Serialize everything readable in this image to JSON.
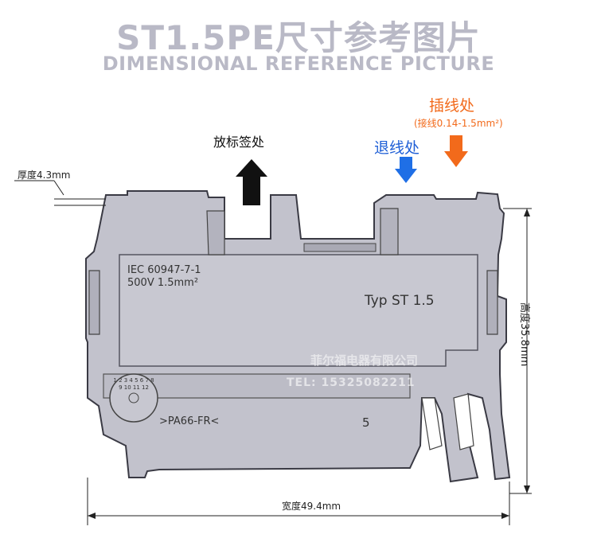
{
  "header": {
    "title": "ST1.5PE尺寸参考图片",
    "subtitle": "DIMENSIONAL REFERENCE PICTURE"
  },
  "callouts": {
    "label_area": "放标签处",
    "release": "退线处",
    "insert": "插线处",
    "insert_note": "(接线0.14-1.5mm²)"
  },
  "dimensions": {
    "thickness": "厚度4.3mm",
    "width": "宽度49.4mm",
    "height": "高度35.8mm"
  },
  "product_marks": {
    "standard": "IEC 60947-7-1",
    "rating": "500V 1.5mm²",
    "type": "Typ ST 1.5",
    "material": ">PA66-FR<",
    "number": "5",
    "dial_text": "1 2 3 4 5 6 7 8 9 10 11 12"
  },
  "watermark": {
    "company": "菲尔福电器有限公司",
    "phone": "TEL: 15325082211"
  },
  "colors": {
    "title_gray": "#b9b9c6",
    "release_blue": "#1f5fd6",
    "insert_orange": "#f26a1b",
    "body_gray": "#c2c2cc"
  }
}
